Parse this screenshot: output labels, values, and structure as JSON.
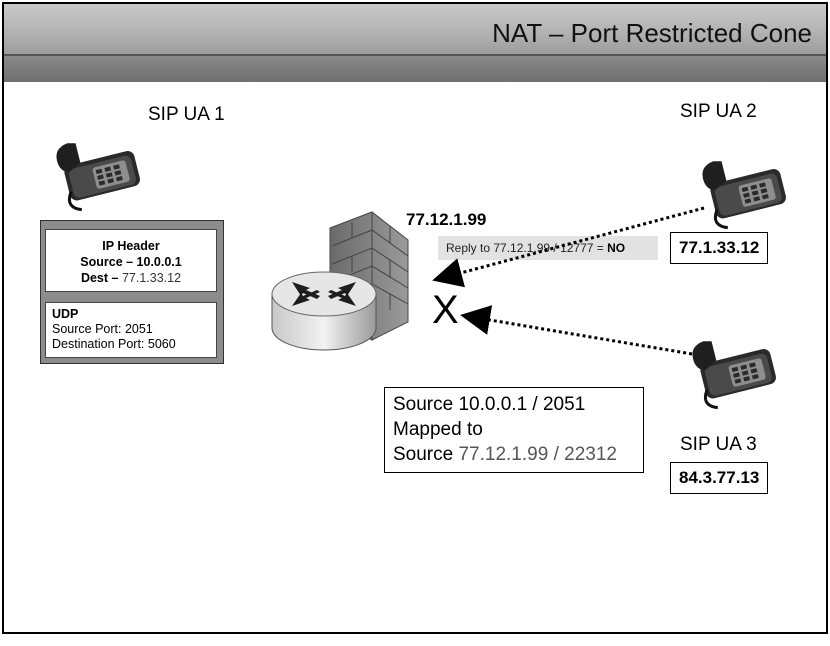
{
  "title": "NAT – Port Restricted Cone",
  "ua1": {
    "label": "SIP UA 1"
  },
  "ua2": {
    "label": "SIP UA 2",
    "ip": "77.1.33.12"
  },
  "ua3": {
    "label": "SIP UA 3",
    "ip": "84.3.77.13"
  },
  "nat": {
    "public_ip": "77.12.1.99"
  },
  "packet": {
    "ip_header_title": "IP Header",
    "source_label": "Source – ",
    "source_ip": "10.0.0.1",
    "dest_label": "Dest – ",
    "dest_ip": "77.1.33.12",
    "udp_title": "UDP",
    "source_port": "Source Port: 2051",
    "destination_port": "Destination Port: 5060"
  },
  "reply": {
    "text": "Reply to 77.12.1.99 / 12777 = ",
    "result": "NO"
  },
  "blocked_marker": "X",
  "mapping": {
    "line1": "Source 10.0.0.1 / 2051",
    "line2": "Mapped to",
    "line3_prefix": "Source ",
    "line3_value": "77.12.1.99 / 22312"
  },
  "colors": {
    "title_bar": "#b3b3b3",
    "sub_bar": "#7a7a7a",
    "packet_bg": "#8c8c8c",
    "reply_bg": "#e2e2e2"
  }
}
